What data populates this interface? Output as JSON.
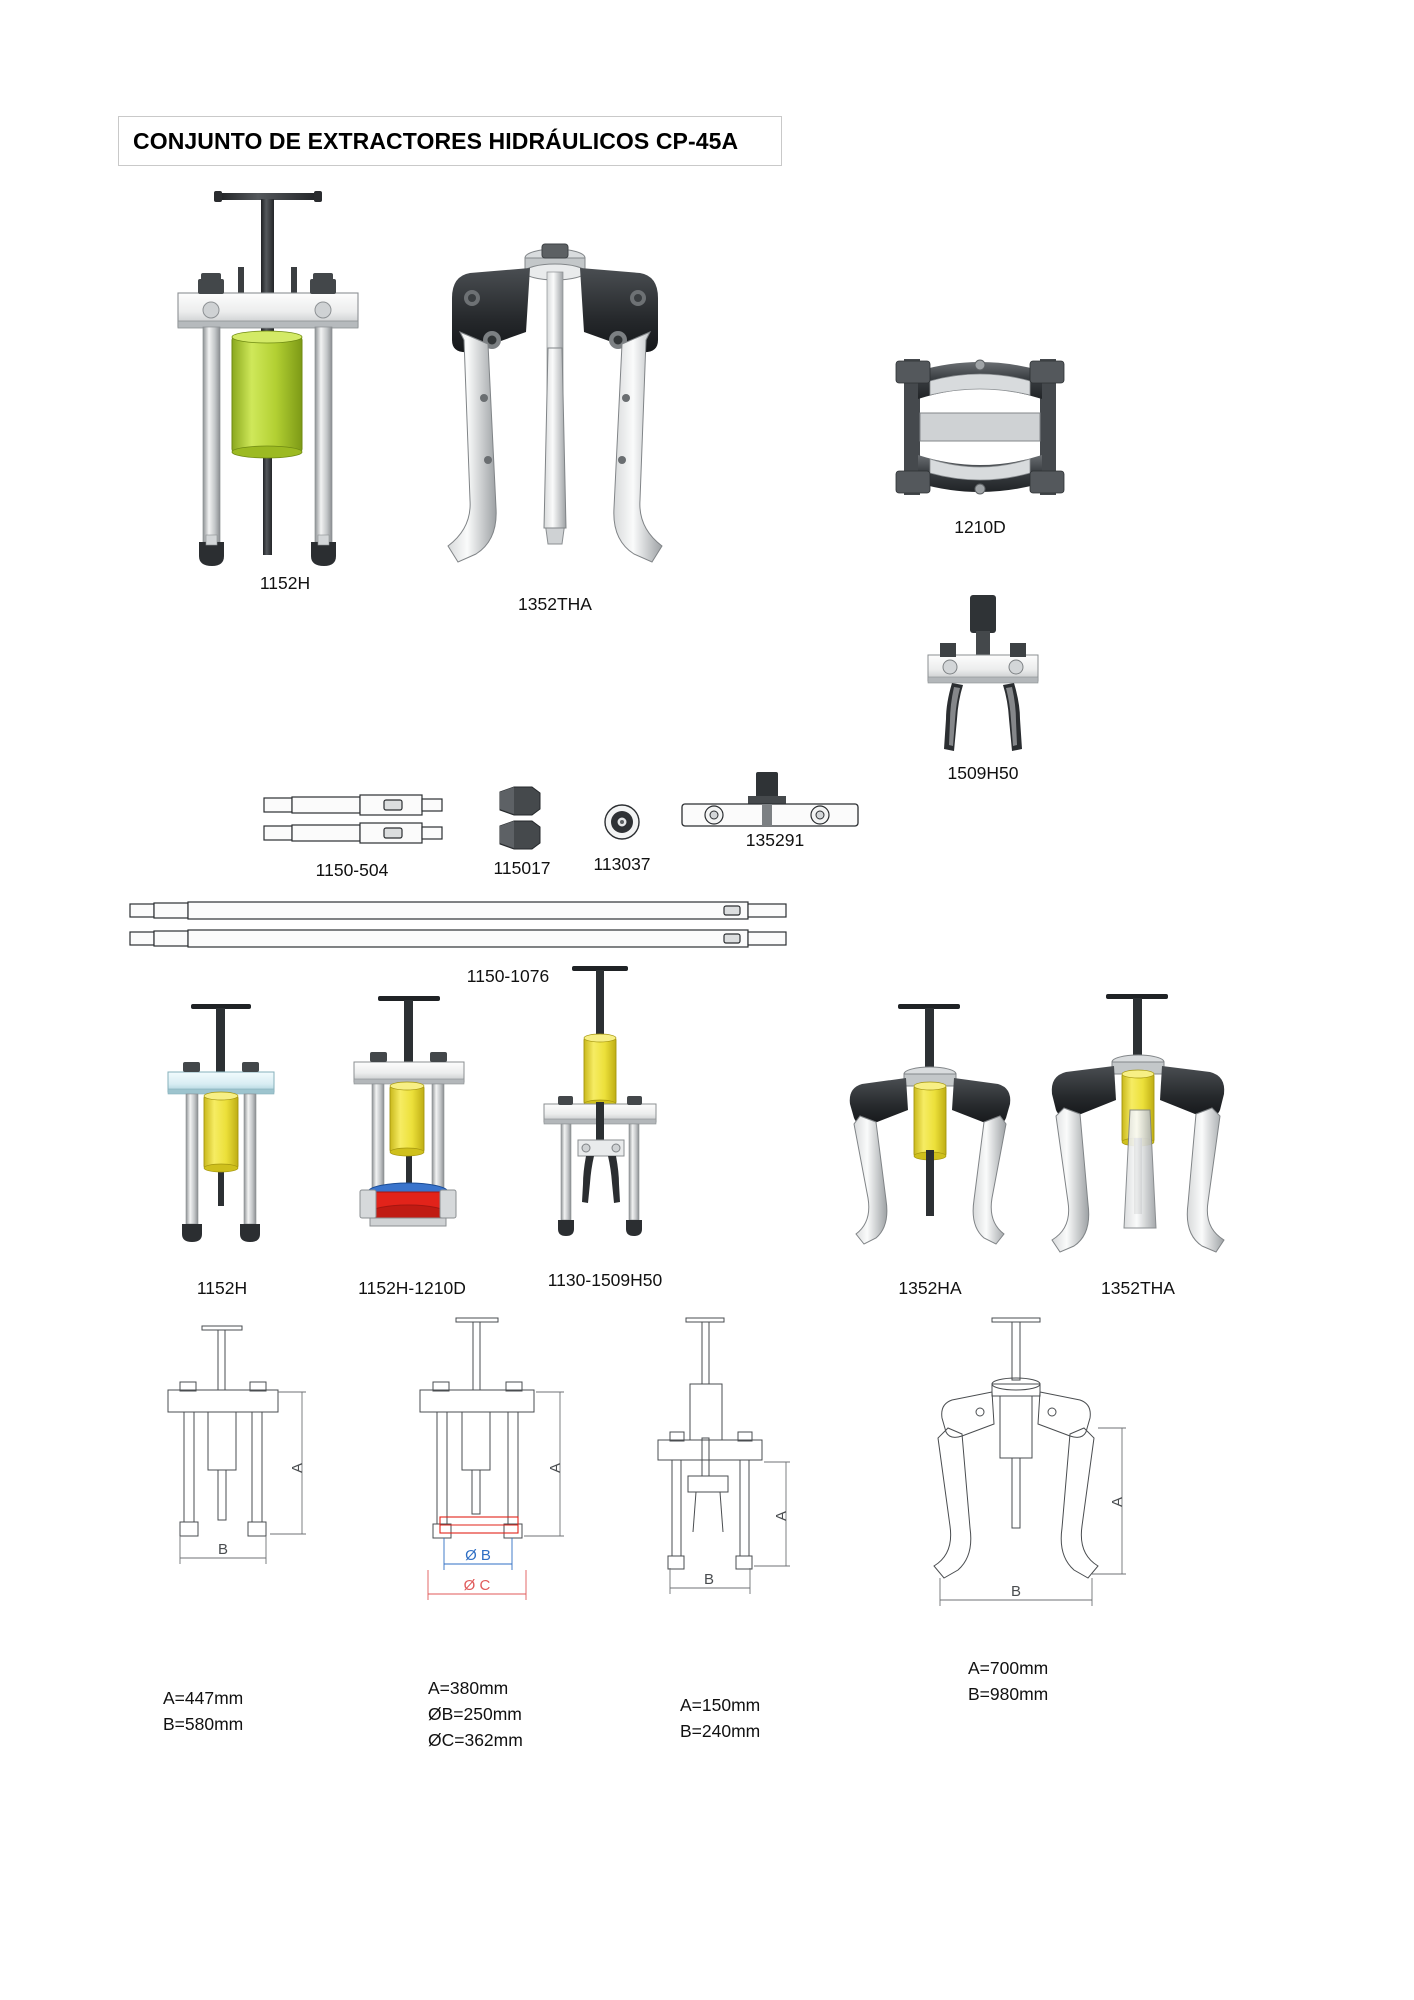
{
  "document": {
    "title": "CONJUNTO DE EXTRACTORES HIDRÁULICOS   CP-45A",
    "title_main": "CONJUNTO DE EXTRACTORES HIDRÁULICOS",
    "model_code": "CP-45A"
  },
  "components": {
    "row1": [
      {
        "id": "c1",
        "label": "1152H",
        "type": "hydraulic-puller-2-leg-bench"
      },
      {
        "id": "c2",
        "label": "1352THA",
        "type": "hydraulic-puller-3-leg"
      },
      {
        "id": "c3",
        "label": "1210D",
        "type": "bearing-separator"
      },
      {
        "id": "c4",
        "label": "1509H50",
        "type": "small-2-leg-puller"
      }
    ],
    "row2": [
      {
        "id": "c5",
        "label": "1150-504",
        "type": "extension-rods-pair"
      },
      {
        "id": "c6",
        "label": "115017",
        "type": "coupling-nuts"
      },
      {
        "id": "c7",
        "label": "113037",
        "type": "washer-ring"
      },
      {
        "id": "c8",
        "label": "135291",
        "type": "cross-bar"
      }
    ],
    "row3": [
      {
        "id": "c9",
        "label": "1150-1076",
        "type": "long-extension-rods-pair"
      }
    ]
  },
  "assemblies": [
    {
      "id": "a1",
      "label": "1152H",
      "type": "assembly-2-leg"
    },
    {
      "id": "a2",
      "label": "1152H-1210D",
      "type": "assembly-2-leg-separator"
    },
    {
      "id": "a3",
      "label": "1130-1509H50",
      "type": "assembly-small-puller"
    },
    {
      "id": "a4",
      "label": "1352HA",
      "type": "assembly-3-leg-short"
    },
    {
      "id": "a5",
      "label": "1352THA",
      "type": "assembly-3-leg-long"
    }
  ],
  "dimension_drawings": [
    {
      "id": "d1",
      "for_assembly": "1152H",
      "callouts": [
        "A",
        "B"
      ],
      "specs": [
        "A=447mm",
        "B=580mm"
      ]
    },
    {
      "id": "d2",
      "for_assembly": "1152H-1210D",
      "callouts": [
        "A",
        "Ø B",
        "Ø C"
      ],
      "specs": [
        "A=380mm",
        "ØB=250mm",
        "ØC=362mm"
      ]
    },
    {
      "id": "d3",
      "for_assembly": "1130-1509H50",
      "callouts": [
        "A",
        "B"
      ],
      "specs": [
        "A=150mm",
        "B=240mm"
      ]
    },
    {
      "id": "d4",
      "for_assembly": "1352THA",
      "callouts": [
        "A",
        "B"
      ],
      "specs": [
        "A=700mm",
        "B=980mm"
      ]
    }
  ],
  "colors": {
    "cylinder_green": "#b5d334",
    "cylinder_yellow": "#f2e53d",
    "separator_red": "#e2231a",
    "separator_blue": "#2b66c4",
    "dim_red": "#e05a5a",
    "dim_blue": "#2f6fc4",
    "metal_light": "#e8e9ea",
    "metal_mid": "#b9bcbe",
    "metal_dark": "#3a3d40",
    "body_black": "#333639",
    "line": "#6f7275"
  }
}
